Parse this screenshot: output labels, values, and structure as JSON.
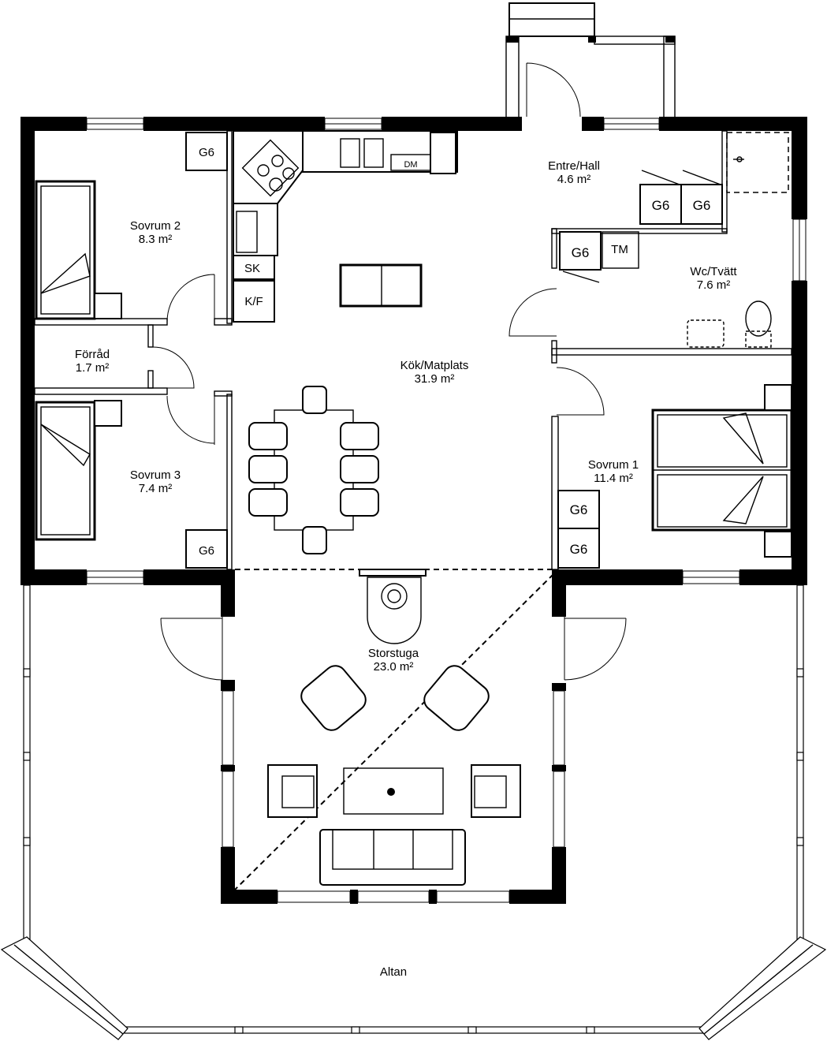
{
  "rooms": {
    "sovrum2": {
      "name": "Sovrum 2",
      "area": "8.3 m²"
    },
    "forrad": {
      "name": "Förråd",
      "area": "1.7 m²"
    },
    "sovrum3": {
      "name": "Sovrum 3",
      "area": "7.4 m²"
    },
    "kok": {
      "name": "Kök/Matplats",
      "area": "31.9 m²"
    },
    "entre": {
      "name": "Entre/Hall",
      "area": "4.6 m²"
    },
    "wc": {
      "name": "Wc/Tvätt",
      "area": "7.6 m²"
    },
    "sovrum1": {
      "name": "Sovrum 1",
      "area": "11.4 m²"
    },
    "storstuga": {
      "name": "Storstuga",
      "area": "23.0 m²"
    },
    "altan": {
      "name": "Altan"
    }
  },
  "labels": {
    "g6": "G6",
    "tm": "TM",
    "dm": "DM",
    "sk": "SK",
    "kf": "K/F"
  }
}
